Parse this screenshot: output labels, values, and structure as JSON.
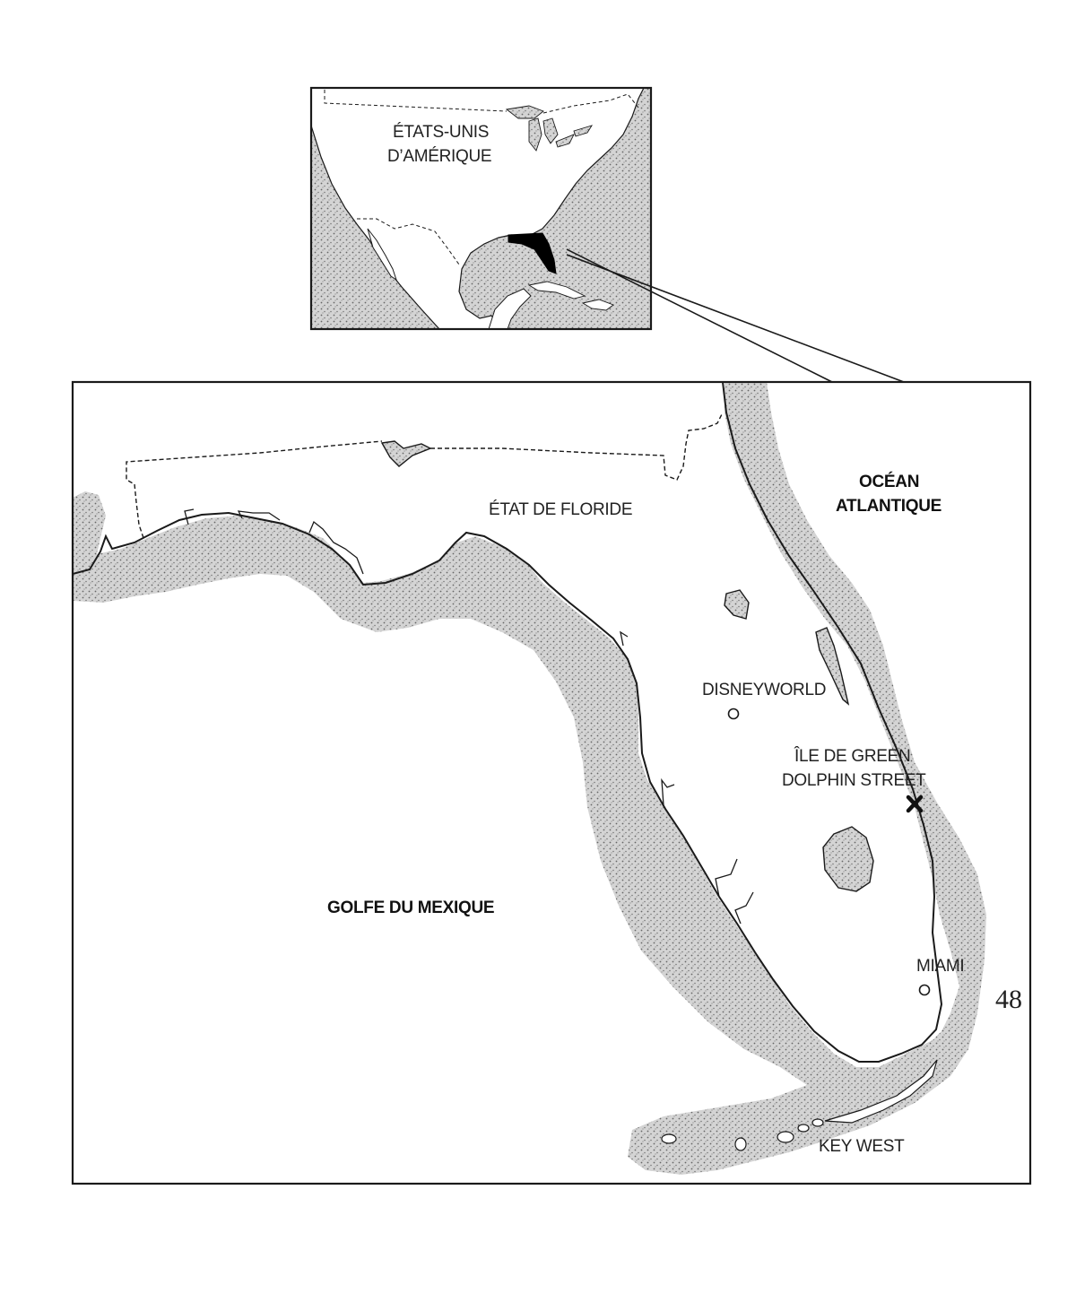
{
  "inset_map": {
    "country_label_line1": "ÉTATS-UNIS",
    "country_label_line2": "D’AMÉRIQUE"
  },
  "main_map": {
    "state_label": "ÉTAT DE FLORIDE",
    "ocean_label_line1": "OCÉAN",
    "ocean_label_line2": "ATLANTIQUE",
    "gulf_label": "GOLFE DU MEXIQUE",
    "places": {
      "disneyworld": "DISNEYWORLD",
      "island_line1": "ÎLE DE GREEN",
      "island_line2": "DOLPHIN STREET",
      "miami": "MIAMI",
      "key_west": "KEY WEST"
    }
  },
  "page_number": "48",
  "colors": {
    "water_stipple": "#a9a9a9",
    "land": "#ffffff",
    "outline": "#1a1a1a",
    "highlight_state": "#000000"
  }
}
